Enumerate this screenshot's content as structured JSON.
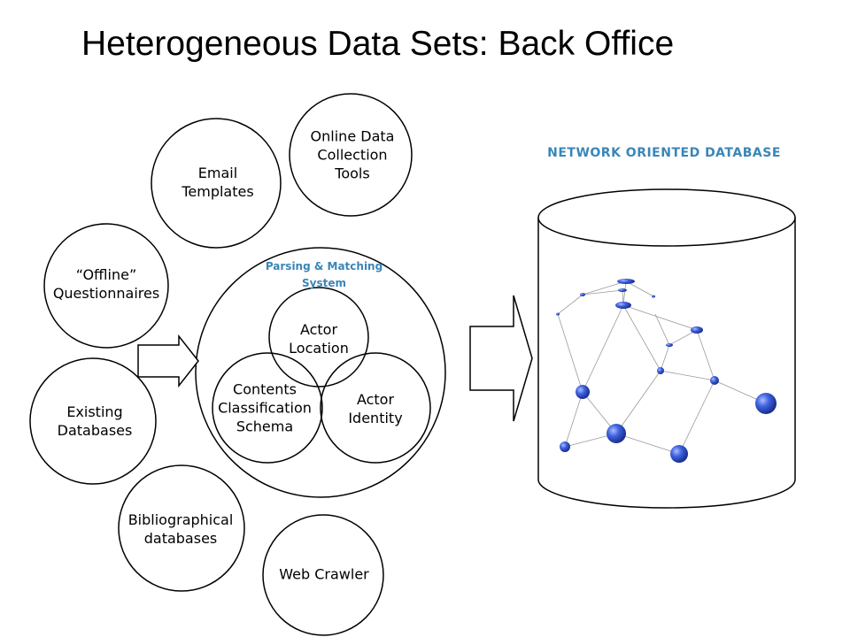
{
  "title": "Heterogeneous Data Sets: Back Office",
  "sources": {
    "online_data": "Online Data\nCollection\nTools",
    "email": "Email\nTemplates",
    "offline": "“Offline”\nQuestionnaires",
    "existing": "Existing\nDatabases",
    "biblio": "Bibliographical\ndatabases",
    "crawler": "Web Crawler"
  },
  "system": {
    "title": "Parsing & Matching\nSystem",
    "actor_location": "Actor\nLocation",
    "contents": "Contents\nClassification\nSchema",
    "actor_identity": "Actor\nIdentity"
  },
  "database": {
    "title": "NETWORK ORIENTED DATABASE"
  },
  "colors": {
    "accent": "#3a86b8",
    "node": "#2f55c8"
  }
}
